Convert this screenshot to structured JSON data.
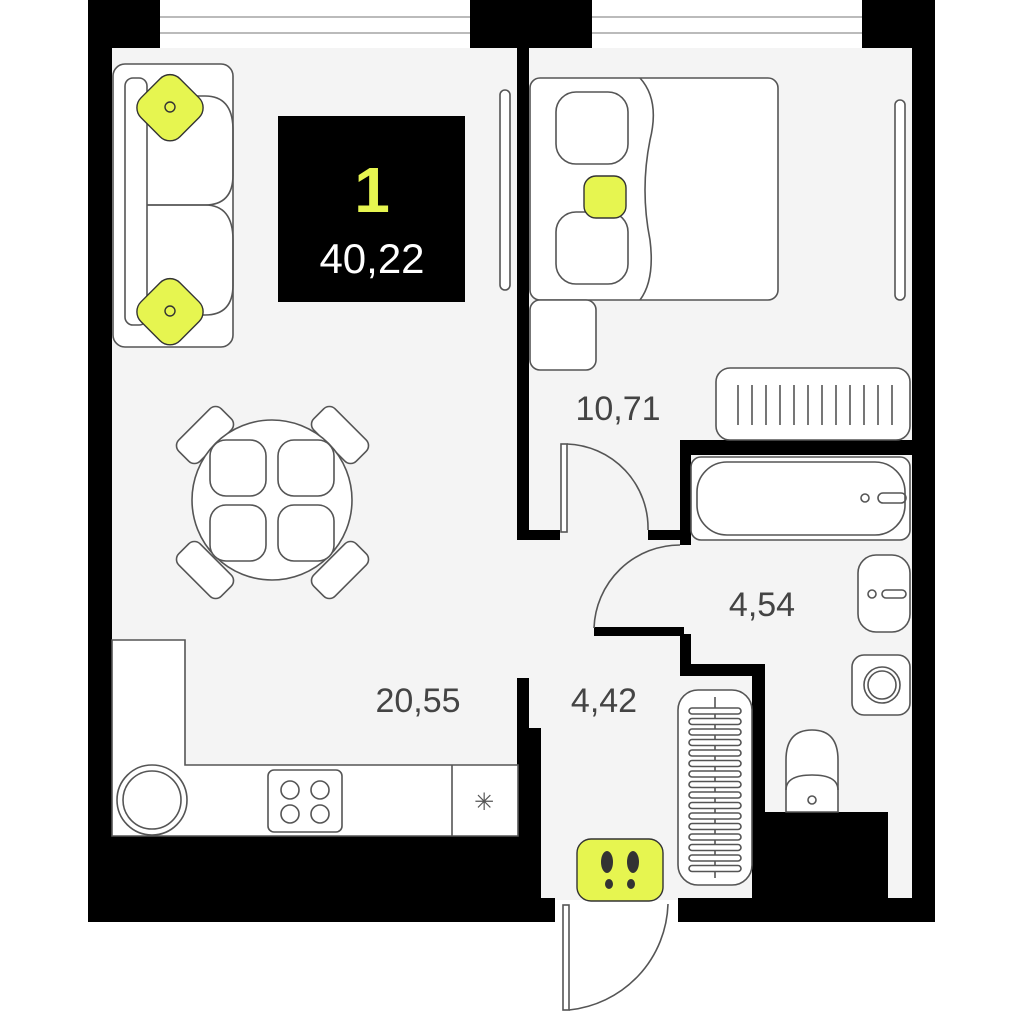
{
  "plan": {
    "rooms_count": "1",
    "total_area": "40,22",
    "accent_color": "#e6f550",
    "rooms": [
      {
        "name": "living-kitchen",
        "area": "20,55"
      },
      {
        "name": "bedroom",
        "area": "10,71"
      },
      {
        "name": "bathroom",
        "area": "4,54"
      },
      {
        "name": "hallway",
        "area": "4,42"
      }
    ]
  }
}
